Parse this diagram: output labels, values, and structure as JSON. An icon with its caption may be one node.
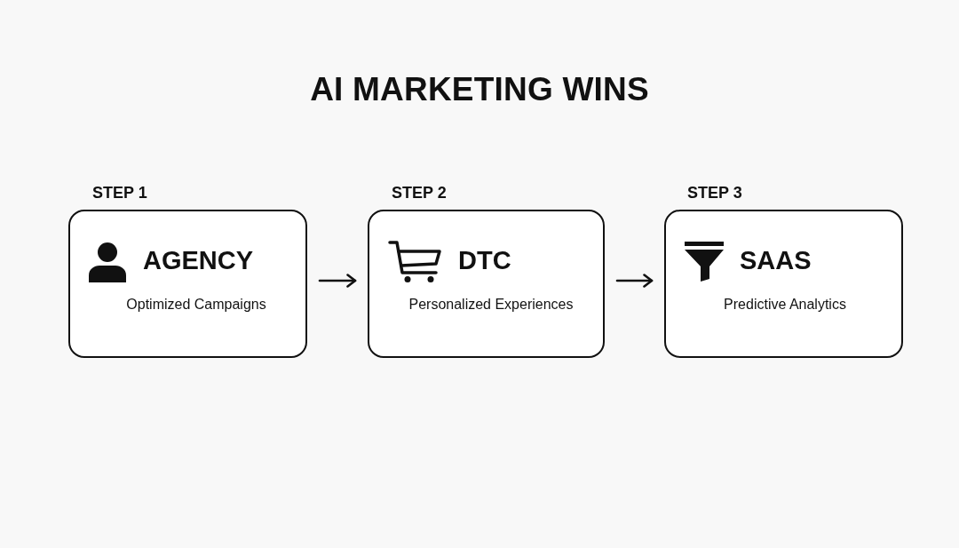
{
  "diagram": {
    "title": "AI MARKETING WINS",
    "nodes": [
      {
        "text": [
          "STEP 1",
          "AGENCY",
          "Optimized Campaigns"
        ]
      },
      {
        "text": [
          "STEP 2",
          "DTC",
          "Personalized Experiences"
        ]
      },
      {
        "text": [
          "STEP 3",
          "SAAS",
          "Predictive Analytics"
        ]
      }
    ],
    "edges": [
      {
        "from": 0,
        "to": 1,
        "arrow": "to"
      },
      {
        "from": 1,
        "to": 2,
        "arrow": "to"
      }
    ]
  }
}
